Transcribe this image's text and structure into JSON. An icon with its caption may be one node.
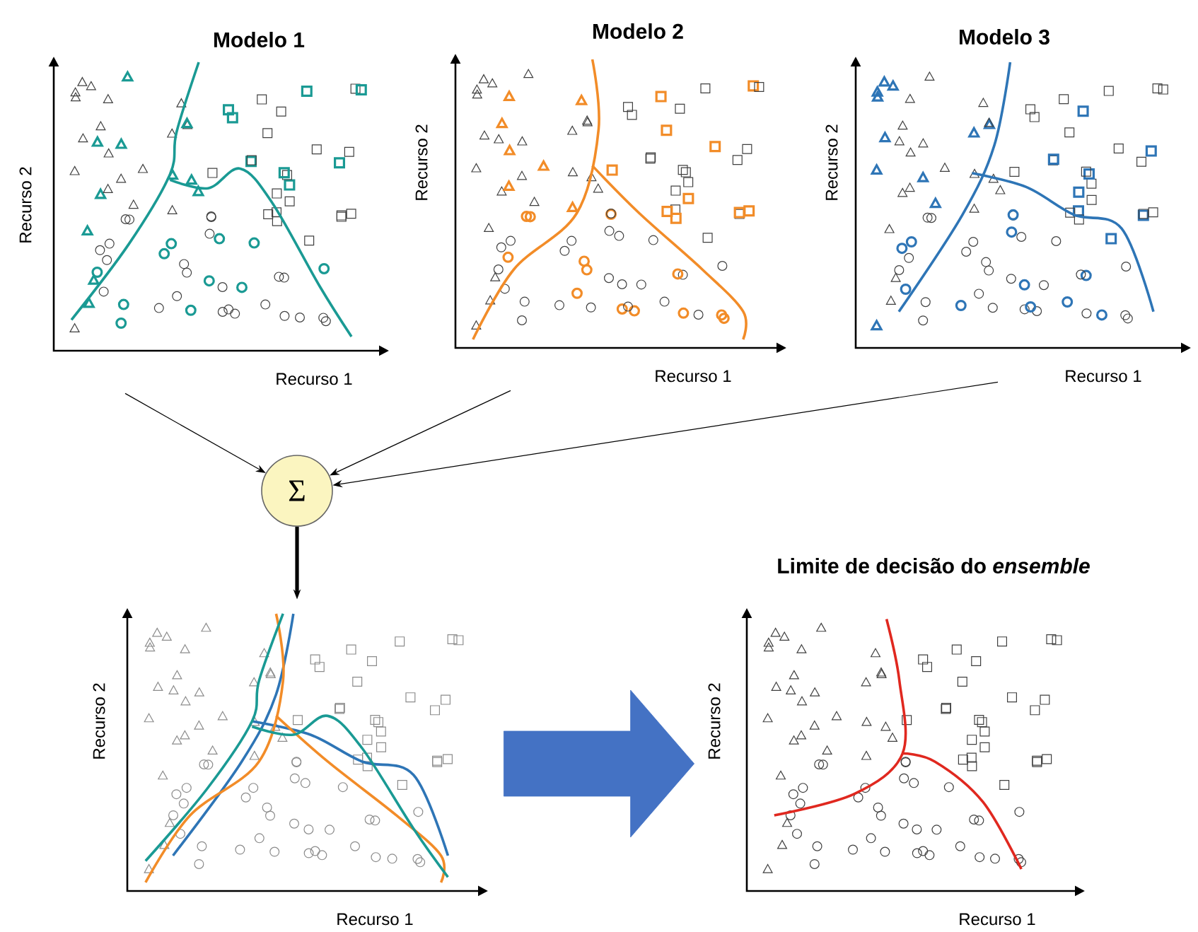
{
  "diagram": {
    "nodes": [
      {
        "text": [
          "Modelo 1",
          "Recurso 2",
          "Recurso 1"
        ]
      },
      {
        "text": [
          "Modelo 2",
          "Recurso 2",
          "Recurso 1"
        ]
      },
      {
        "text": [
          "Modelo 3",
          "Recurso 2",
          "Recurso 1"
        ]
      },
      {
        "text": [
          "Σ"
        ]
      },
      {
        "text": [
          "Recurso 2",
          "Recurso 1"
        ]
      },
      {
        "text": [
          "Limite de decisão do *ensemble*",
          "Recurso 2",
          "Recurso 1"
        ]
      }
    ],
    "edges": [
      {
        "from": 0,
        "to": 3,
        "arrow": "to"
      },
      {
        "from": 1,
        "to": 3,
        "arrow": "to"
      },
      {
        "from": 2,
        "to": 3,
        "arrow": "to"
      },
      {
        "from": 3,
        "to": 4,
        "arrow": "to",
        "style": "thick"
      },
      {
        "from": 4,
        "to": 5,
        "arrow": "to",
        "style": "thick",
        "color": "#4472c4"
      }
    ]
  }
}
